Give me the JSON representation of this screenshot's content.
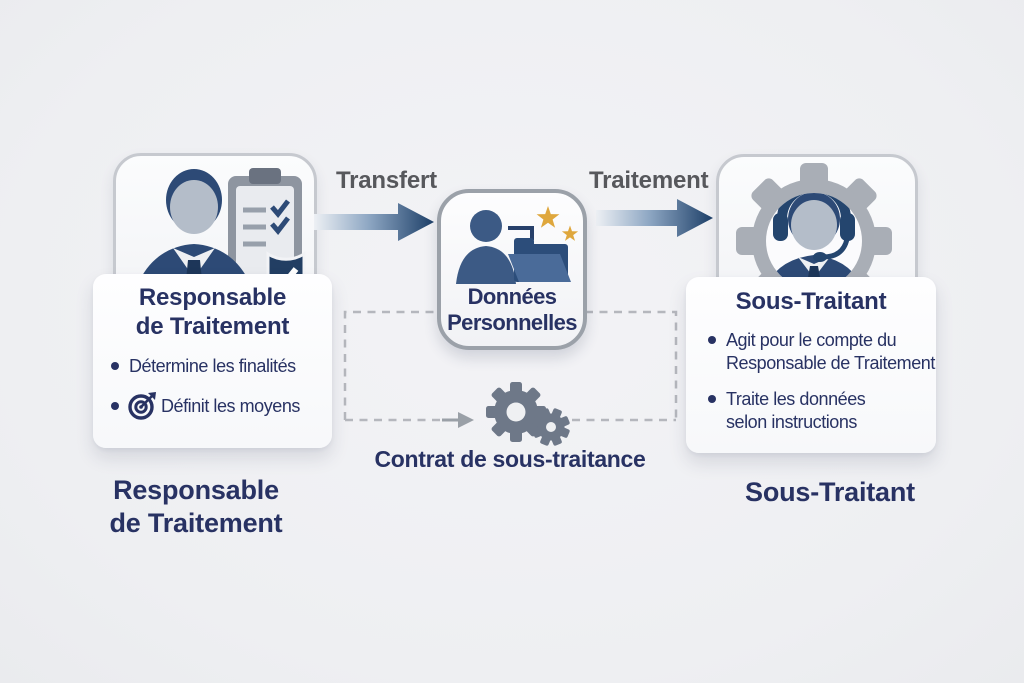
{
  "palette": {
    "background": "#eff0f2",
    "navy_text": "#283263",
    "gray_label_text": "#57585c",
    "icon_suit_navy": "#2d4a76",
    "icon_steel_blue": "#3e5f8c",
    "face_gray": "#b4bdc9",
    "gear_gray": "#a9aeb6",
    "contract_gear_slate": "#6e7888",
    "star_gold": "#dfa73d",
    "dash_gray": "#b5b7bd",
    "arrow_dark": "#1d3f68"
  },
  "controller": {
    "card_title_line1": "Responsable",
    "card_title_line2": "de Traitement",
    "bullets": [
      "Détermine les finalités",
      "Définit les moyens"
    ],
    "footer_line1": "Responsable",
    "footer_line2": "de Traitement"
  },
  "personal_data": {
    "label_line1": "Données",
    "label_line2": "Personnelles"
  },
  "processor": {
    "card_title": "Sous-Traitant",
    "bullets": [
      {
        "line1": "Agit pour le compte du",
        "line2": "Responsable de Traitement"
      },
      {
        "line1": "Traite les données",
        "line2": "selon instructions"
      }
    ],
    "footer": "Sous-Traitant"
  },
  "flows": {
    "transfer_label": "Transfert",
    "processing_label": "Traitement",
    "contract_label": "Contrat de sous-traitance"
  }
}
